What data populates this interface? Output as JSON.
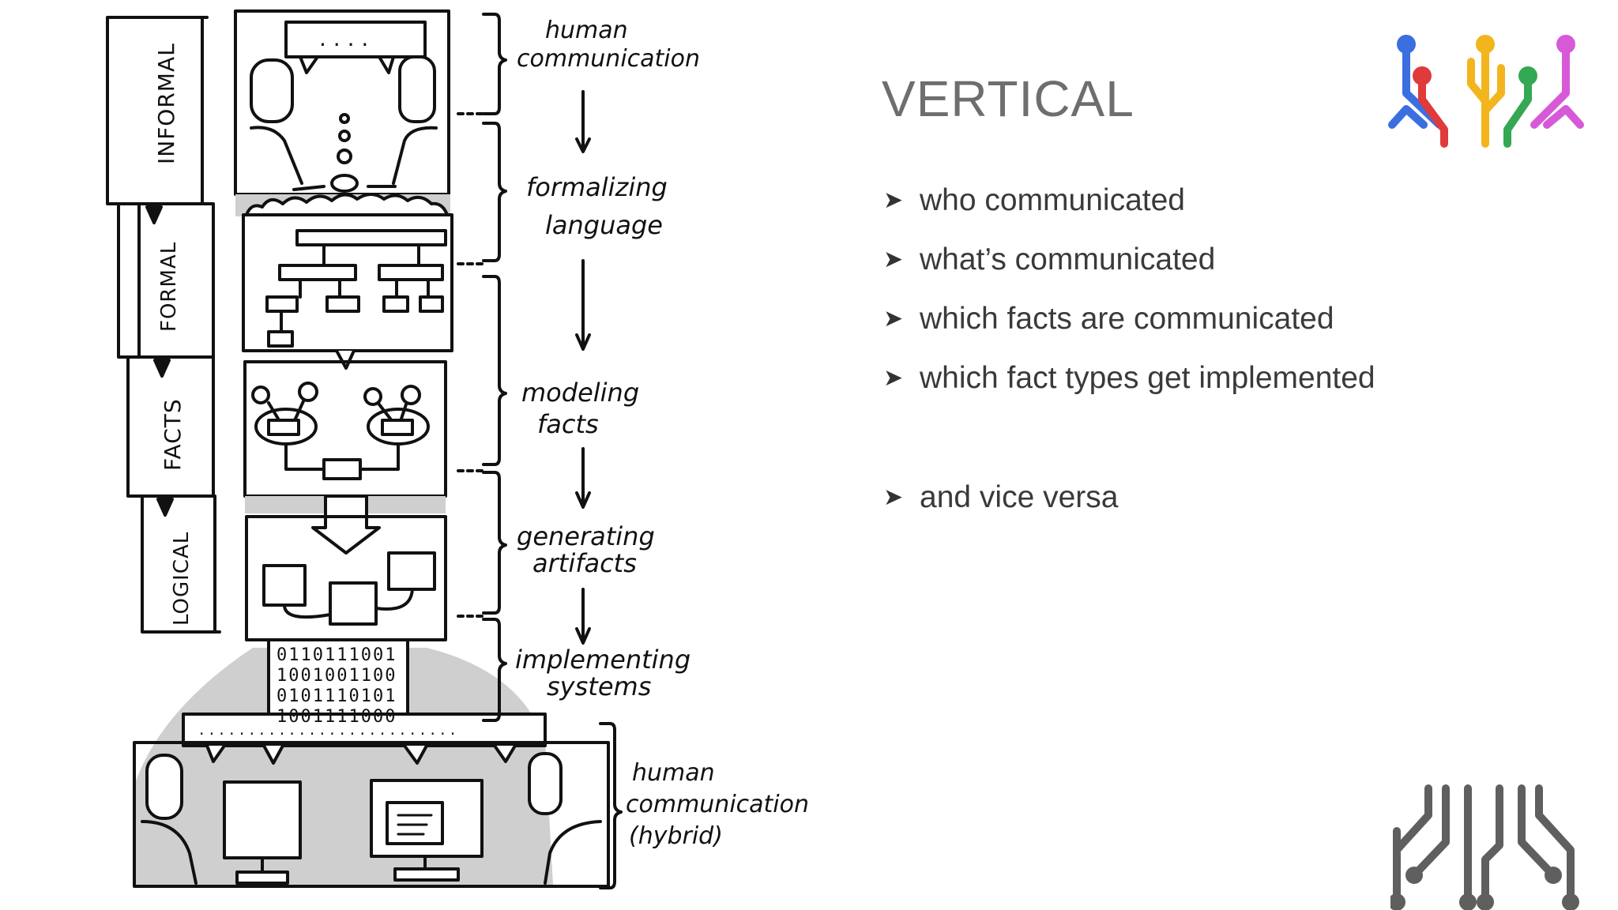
{
  "slide": {
    "title": "VERTICAL",
    "bullets": [
      "who communicated",
      "what’s communicated",
      "which facts are communicated",
      "which fact types get implemented",
      "and vice versa"
    ],
    "bullet_icon": "arrowhead-bullet-icon"
  },
  "diagram": {
    "levels": [
      "INFORMAL",
      "FORMAL",
      "FACTS",
      "LOGICAL"
    ],
    "steps": [
      [
        "human",
        "communication"
      ],
      [
        "formalizing",
        "language"
      ],
      [
        "modeling",
        "facts"
      ],
      [
        "generating",
        "artifacts"
      ],
      [
        "implementing",
        "systems"
      ],
      [
        "human",
        "communication",
        "(hybrid)"
      ]
    ],
    "binary_rows": [
      "0110111001",
      "1001001100",
      "0101110101",
      "1001111000"
    ],
    "bubble_dots": ". . . .",
    "bottom_bubble_dots": ". . . . . . . . . . . . . . . . . . . . . . . . . ."
  },
  "logos": {
    "color_logo": "circuit-logo-icon",
    "gray_logo": "circuit-logo-gray-icon",
    "colors": [
      "#3b6fe0",
      "#e03a3a",
      "#f2b51d",
      "#34a853",
      "#d65ad8"
    ],
    "gray": "#5f5f5f"
  }
}
